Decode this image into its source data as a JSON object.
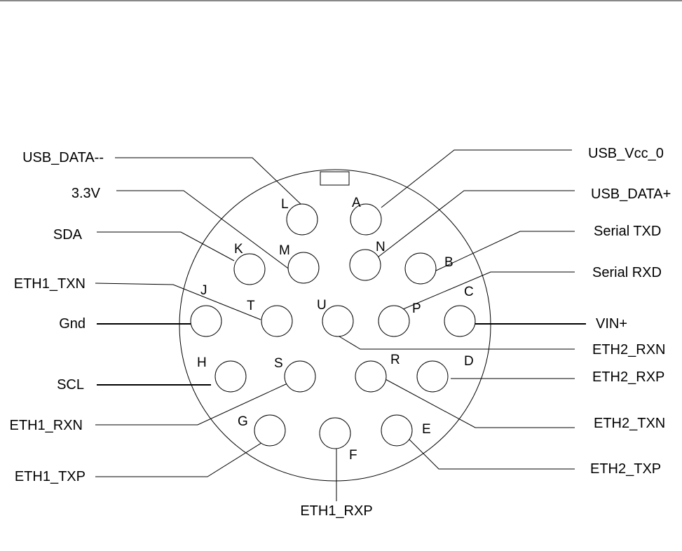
{
  "pins": [
    {
      "id": "A",
      "signal": "USB_Vcc_0"
    },
    {
      "id": "B",
      "signal": "Serial TXD"
    },
    {
      "id": "C",
      "signal": "VIN+"
    },
    {
      "id": "D",
      "signal": "ETH2_RXP"
    },
    {
      "id": "E",
      "signal": "ETH2_TXP"
    },
    {
      "id": "F",
      "signal": "ETH1_RXP"
    },
    {
      "id": "G",
      "signal": "ETH1_TXP"
    },
    {
      "id": "H",
      "signal": "SCL"
    },
    {
      "id": "J",
      "signal": "Gnd"
    },
    {
      "id": "K",
      "signal": "SDA"
    },
    {
      "id": "L",
      "signal": "USB_DATA--"
    },
    {
      "id": "M",
      "signal": "3.3V"
    },
    {
      "id": "N",
      "signal": "USB_DATA+"
    },
    {
      "id": "P",
      "signal": "Serial RXD"
    },
    {
      "id": "R",
      "signal": "ETH2_TXN"
    },
    {
      "id": "S",
      "signal": "ETH1_RXN"
    },
    {
      "id": "T",
      "signal": "ETH1_TXN"
    },
    {
      "id": "U",
      "signal": "ETH2_RXN"
    }
  ]
}
